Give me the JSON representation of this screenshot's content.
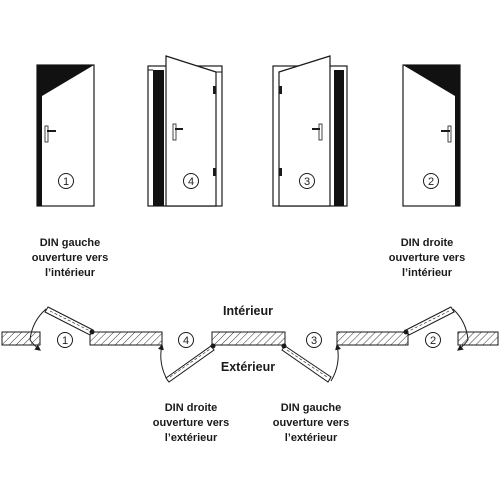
{
  "doors": [
    {
      "id": "1",
      "name": "DIN gauche ouverture vers l'intérieur"
    },
    {
      "id": "4",
      "name": "DIN droite ouverture vers l'extérieur"
    },
    {
      "id": "3",
      "name": "DIN gauche ouverture vers l'extérieur"
    },
    {
      "id": "2",
      "name": "DIN droite ouverture vers l'intérieur"
    }
  ],
  "numbers": {
    "n1": "1",
    "n2": "2",
    "n3": "3",
    "n4": "4"
  },
  "labels": {
    "interior": "Intérieur",
    "exterior": "Extérieur",
    "din_gauche_int": {
      "line1": "DIN gauche",
      "line2": "ouverture vers",
      "line3": "l’intérieur"
    },
    "din_droite_int": {
      "line1": "DIN droite",
      "line2": "ouverture vers",
      "line3": "l’intérieur"
    },
    "din_droite_ext": {
      "line1": "DIN droite",
      "line2": "ouverture vers",
      "line3": "l’extérieur"
    },
    "din_gauche_ext": {
      "line1": "DIN gauche",
      "line2": "ouverture vers",
      "line3": "l’extérieur"
    }
  },
  "colors": {
    "line": "#1a1a1a",
    "dark_panel": "#111111",
    "hatch": "#333333",
    "background": "#ffffff"
  }
}
